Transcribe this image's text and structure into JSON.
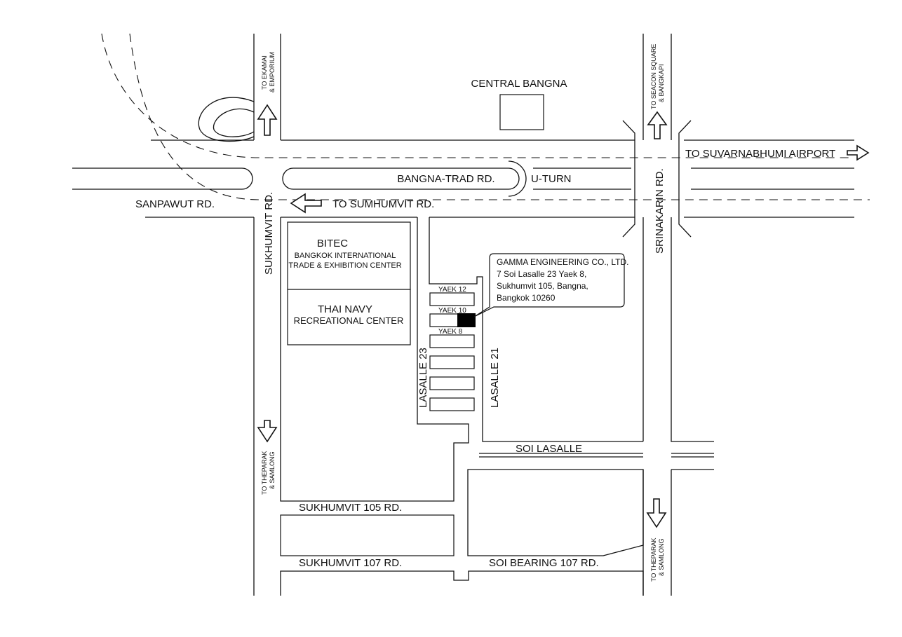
{
  "colors": {
    "ink": "#111111",
    "paper": "#ffffff",
    "marker": "#000000"
  },
  "landmarks": {
    "central_bangna": "CENTRAL BANGNA",
    "bitec_title": "BITEC",
    "bitec_line1": "BANGKOK INTERNATIONAL",
    "bitec_line2": "TRADE & EXHIBITION CENTER",
    "thai_navy_title": "THAI NAVY",
    "thai_navy_line2": "RECREATIONAL CENTER"
  },
  "roads": {
    "bangna_trad": "BANGNA-TRAD RD.",
    "u_turn": "U-TURN",
    "sanpawut": "SANPAWUT RD.",
    "to_sumhumvit": "TO SUMHUMVIT RD.",
    "sukhumvit": "SUKHUMVIT RD.",
    "srinakarin": "SRINAKARIN RD.",
    "to_airport": "TO SUVARNABHUMI AIRPORT",
    "soi_lasalle": "SOI LASALLE",
    "sukhumvit_105": "SUKHUMVIT 105 RD.",
    "sukhumvit_107": "SUKHUMVIT 107 RD.",
    "soi_bearing_107": "SOI BEARING 107 RD.",
    "lasalle_23": "LASALLE 23",
    "lasalle_21": "LASALLE 21",
    "yaek_12": "YAEK 12",
    "yaek_10": "YAEK 10",
    "yaek_8": "YAEK 8"
  },
  "directions": {
    "to_ekamai_line1": "TO EKAMAI",
    "to_ekamai_line2": "& EMPORIUM",
    "to_seacon_line1": "TO SEACON SQUARE",
    "to_seacon_line2": "& BANGKAPI",
    "to_theparak_line1": "TO THEPARAK",
    "to_theparak_line2": "& SAMLONG"
  },
  "callout": {
    "company": "GAMMA ENGINEERING CO., LTD.",
    "address_line1": "7 Soi Lasalle 23 Yaek 8,",
    "address_line2": "Sukhumvit 105, Bangna,",
    "address_line3": "Bangkok 10260"
  },
  "icons": [
    "arrow-up-icon",
    "arrow-down-icon",
    "arrow-left-icon",
    "arrow-right-icon",
    "location-marker-icon"
  ]
}
